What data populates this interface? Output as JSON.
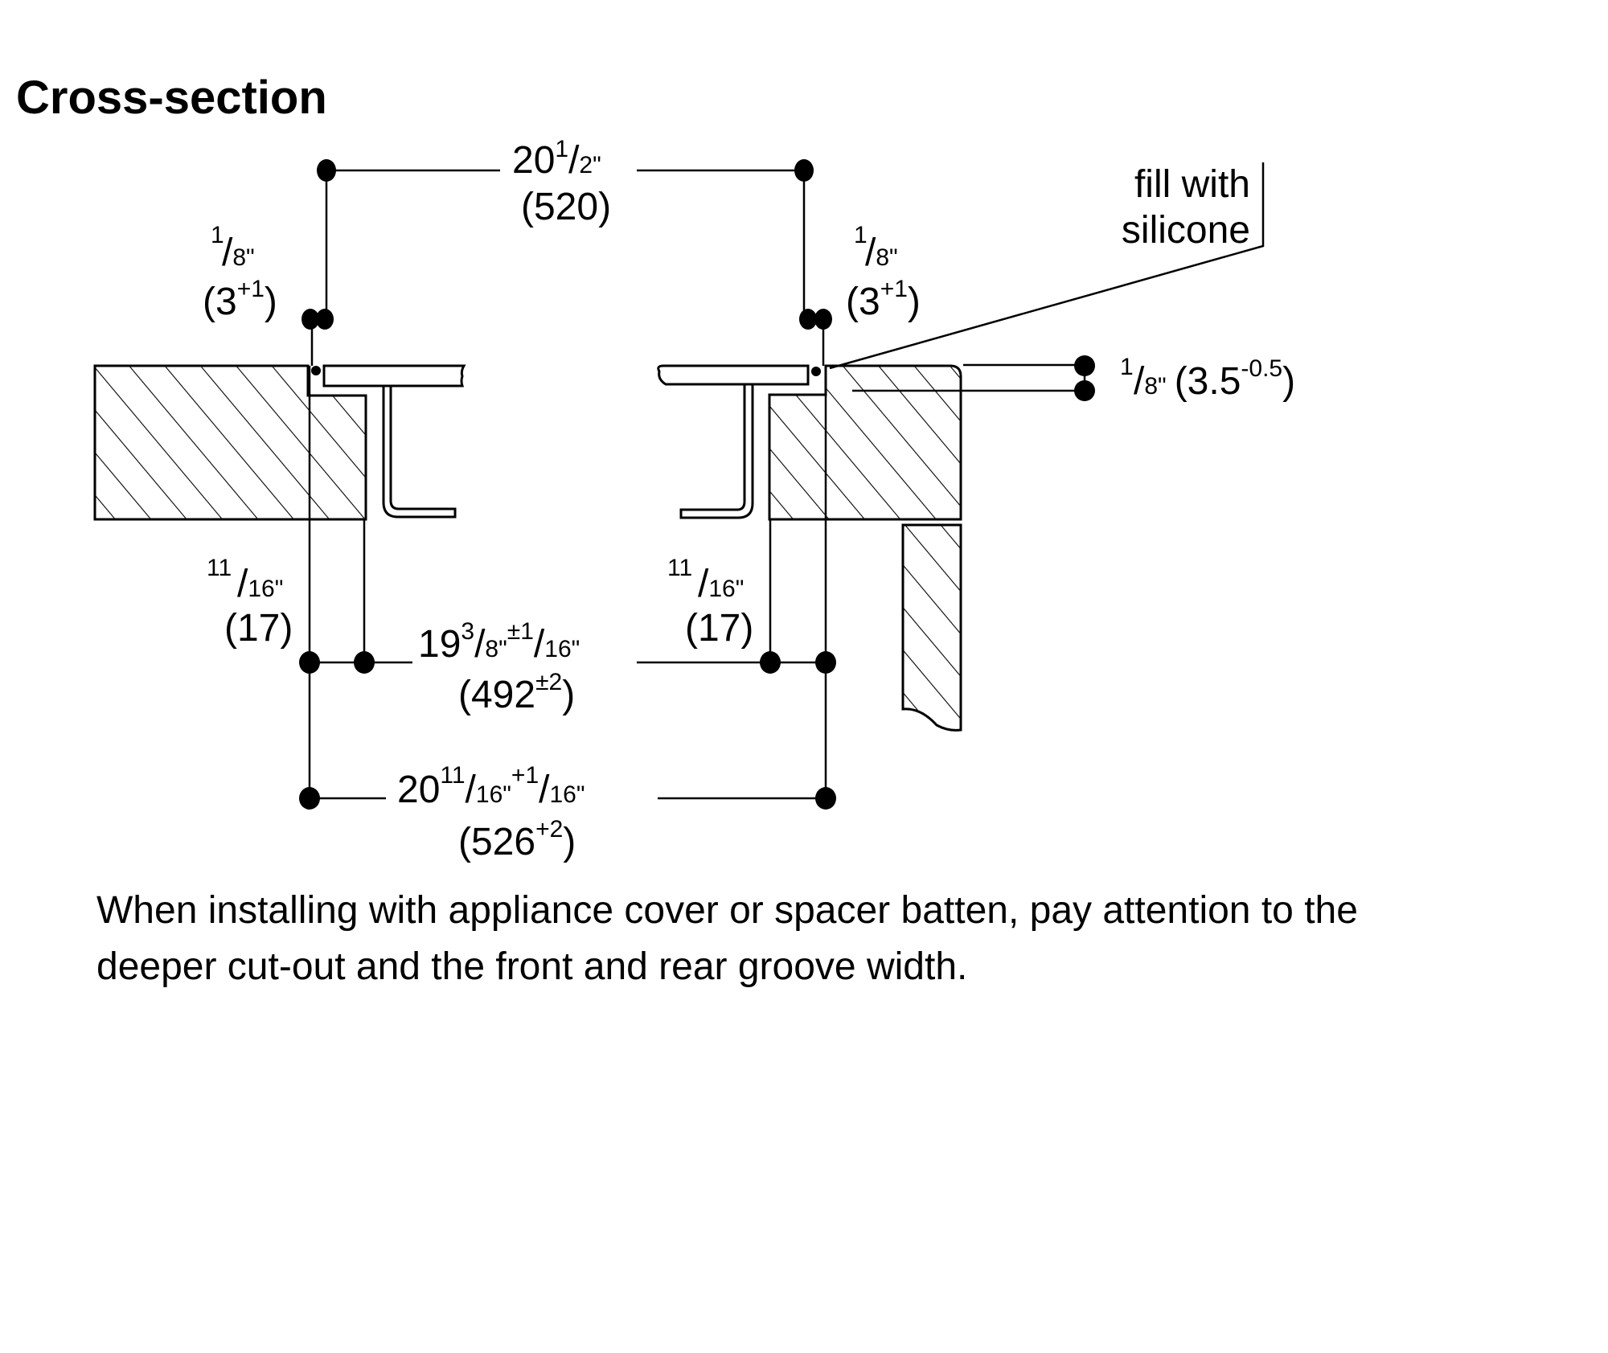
{
  "title": "Cross-section",
  "dimensions": {
    "top_width": {
      "whole": "20",
      "num": "1",
      "den": "2\"",
      "metric": "(520)"
    },
    "left_gap": {
      "num": "1",
      "den": "8\"",
      "metric_open": "(3",
      "metric_tol": "+1",
      "metric_close": ")"
    },
    "right_gap": {
      "num": "1",
      "den": "8\"",
      "metric_open": "(3",
      "metric_tol": "+1",
      "metric_close": ")"
    },
    "glass_height": {
      "num": "1",
      "den": "8\"",
      "metric_open": "(3.5",
      "metric_tol": "-0.5",
      "metric_close": ")"
    },
    "left_rebate": {
      "num": "11",
      "den": "16\"",
      "metric": "(17)"
    },
    "right_rebate": {
      "num": "11",
      "den": "16\"",
      "metric": "(17)"
    },
    "cutout_width": {
      "whole": "19",
      "num": "3",
      "den": "8\"",
      "tol_sign": "±",
      "tol_num": "1",
      "tol_den": "16\"",
      "metric_open": "(492",
      "metric_tol": "±2",
      "metric_close": ")"
    },
    "rebate_width": {
      "whole": "20",
      "num": "11",
      "den": "16\"",
      "tol_sign": "+",
      "tol_num": "1",
      "tol_den": "16\"",
      "metric_open": "(526",
      "metric_tol": "+2",
      "metric_close": ")"
    }
  },
  "callout": {
    "line1": "fill with",
    "line2": "silicone"
  },
  "note": {
    "line1": "When installing with appliance cover or spacer batten, pay attention to the",
    "line2": "deeper cut-out and the front and rear groove width."
  }
}
